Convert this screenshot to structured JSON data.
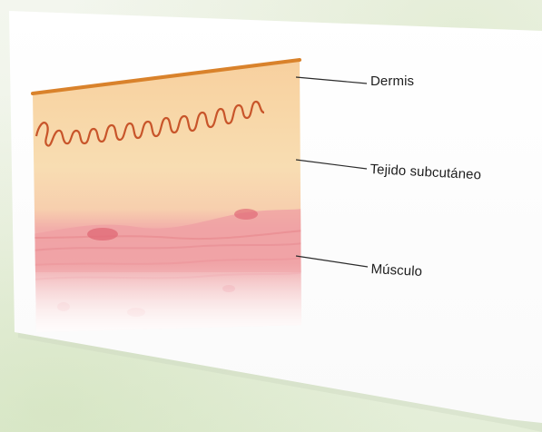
{
  "diagram": {
    "labels": {
      "dermis": "Dermis",
      "subcutaneous": "Tejido subcutáneo",
      "muscle": "Músculo"
    }
  },
  "colors": {
    "epidermis_line": "#d9822b",
    "dermis": "#f6d1a7",
    "subcutaneous": "#f8dcae",
    "muscle": "#f0a3a5",
    "muscle_dark": "#e07c83",
    "leader_line": "#2b2b2b"
  }
}
